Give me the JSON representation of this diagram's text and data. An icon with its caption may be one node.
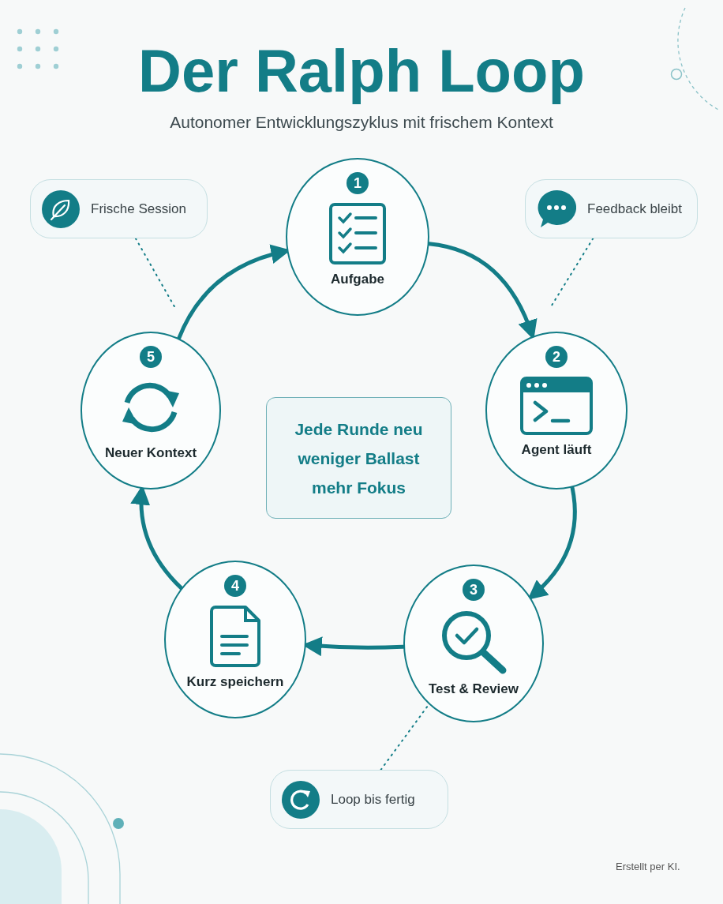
{
  "diagram": {
    "title": "Der Ralph Loop",
    "nodes": [
      {
        "text": [
          "1",
          "Aufgabe"
        ]
      },
      {
        "text": [
          "2",
          "Agent läuft"
        ]
      },
      {
        "text": [
          "3",
          "Test & Review"
        ]
      },
      {
        "text": [
          "4",
          "Kurz speichern"
        ]
      },
      {
        "text": [
          "5",
          "Neuer Kontext"
        ]
      },
      {
        "text": [
          "Jede Runde neu weniger Ballast mehr Fokus"
        ]
      },
      {
        "text": [
          "Frische Session"
        ]
      },
      {
        "text": [
          "Feedback bleibt"
        ]
      },
      {
        "text": [
          "Loop bis fertig"
        ]
      }
    ],
    "edges": [
      {
        "from": 0,
        "to": 1,
        "arrow": "to"
      },
      {
        "from": 1,
        "to": 2,
        "arrow": "to"
      },
      {
        "from": 2,
        "to": 3,
        "arrow": "to"
      },
      {
        "from": 3,
        "to": 4,
        "arrow": "to"
      },
      {
        "from": 4,
        "to": 0,
        "arrow": "to"
      },
      {
        "from": 6,
        "to": null,
        "arrow": "none",
        "style": "dashed"
      },
      {
        "from": 7,
        "to": null,
        "arrow": "none",
        "style": "dashed"
      },
      {
        "from": 8,
        "to": 2,
        "arrow": "none",
        "style": "dashed"
      }
    ],
    "labels": [
      "Autonomer Entwicklungszyklus mit frischem Kontext",
      "Erstellt per KI."
    ]
  }
}
